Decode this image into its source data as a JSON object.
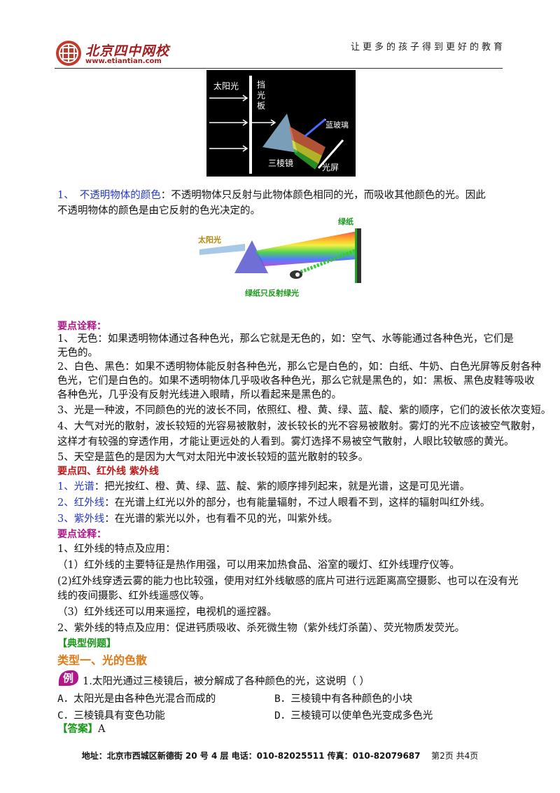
{
  "header": {
    "logo_name": "北京四中网校",
    "logo_url": "www.etiantian.com",
    "slogan": "让更多的孩子得到更好的教育"
  },
  "fig1": {
    "sunlight": "太阳光",
    "board": [
      "挡",
      "光",
      "板"
    ],
    "blue_glass": "蓝玻璃",
    "prism": "三棱镜",
    "screen": "光屏"
  },
  "fig2": {
    "sunlight": "太阳光",
    "green_paper": "绿纸",
    "caption": "绿纸只反射绿光"
  },
  "s1": {
    "num": "1、",
    "term": "不透明物体的颜色",
    "line1": "：不透明物体只反射与此物体颜色相同的光，而吸收其他颜色的光。因此",
    "line2": "不透明物体的颜色是由它反射的色光决定的。"
  },
  "notes1": {
    "title": "要点诠释：",
    "lines": [
      "1、  无色：如果透明物体通过各种色光，那么它就是无色的，如：空气、水等能通过各种色光，它们是",
      "     无色的。",
      "2、白色、黑色：如果不透明物体能反射各种色光，那么它是白色的，如：白纸、牛奶、白色光屏等反射各种",
      "色光，它们是白色的。如果不透明物体几乎吸收各种色光，那么它就是黑色的，如：黑板、黑色皮鞋等吸收",
      "各种色光，几乎没有反射光线进入眼睛，所以看起来是黑色的。",
      "3、光是一种波，不同颜色的光的波长不同，依照红、橙、黄、绿、蓝、靛、紫的顺序，它们的波长依次变短。",
      "4、大气对光的散射，波长较短的光容易被散射，波长较长的光不容易被散射。雾灯的光不应该被空气散射，",
      "这样才有较强的穿透作用，才能让更远处的人看到。雾灯选择不易被空气散射，人眼比较敏感的黄光。",
      "5、天空是蓝色的是因为大气对太阳光中波长较短的蓝光散射的较多。"
    ]
  },
  "section4": {
    "title": "要点四、红外线  紫外线",
    "items": [
      {
        "num": "1、",
        "term": "光谱",
        "text": "：把光按红、橙、黄、绿、蓝、靛、紫的顺序排列起来，就是光谱，这是可见光谱。"
      },
      {
        "num": "2、",
        "term": "红外线",
        "text": "：在光谱上红光以外的部分，也有能量辐射，不过人眼看不到，这样的辐射叫红外线。"
      },
      {
        "num": "3、",
        "term": "紫外线",
        "text": "：在光谱的紫光以外，也有看不见的光，叫紫外线。"
      }
    ]
  },
  "notes2": {
    "title": "要点诠释：",
    "lines": [
      "1、红外线的特点及应用：",
      "（1）红外线的主要特征是热作用强，可以用来加热食品、浴室的暖灯、红外线理疗仪等。",
      "(2)红外线穿透云雾的能力也比较强，使用对红外线敏感的底片可进行远距离高空摄影、也可以在没有光",
      "线的夜间摄影、红外线遥感仪等。",
      "（3）红外线还可以用来遥控，电视机的遥控器。",
      "2、紫外线的特点及应用：促进钙质吸收、杀死微生物（紫外线灯杀菌）、荧光物质发荧光。"
    ]
  },
  "examples": {
    "title": "【典型例题】",
    "type1": "类型一、光的色散",
    "badge": "例",
    "question": "1.太阳光通过三棱镜后，被分解成了各种颜色的光，这说明（     ）",
    "options": [
      "A．太阳光是由各种色光混合而成的",
      "B．三棱镜中有各种颜色的小块",
      "C．三棱镜具有变色功能",
      "D．三棱镜可以使单色光变成多色光"
    ],
    "answer_label": "【答案】",
    "answer": "A"
  },
  "footer": {
    "address": "地址：北京市西城区新德街 20 号 4 层  电话：010-82025511  传真：010-82079687",
    "page": "第2页  共4页"
  }
}
